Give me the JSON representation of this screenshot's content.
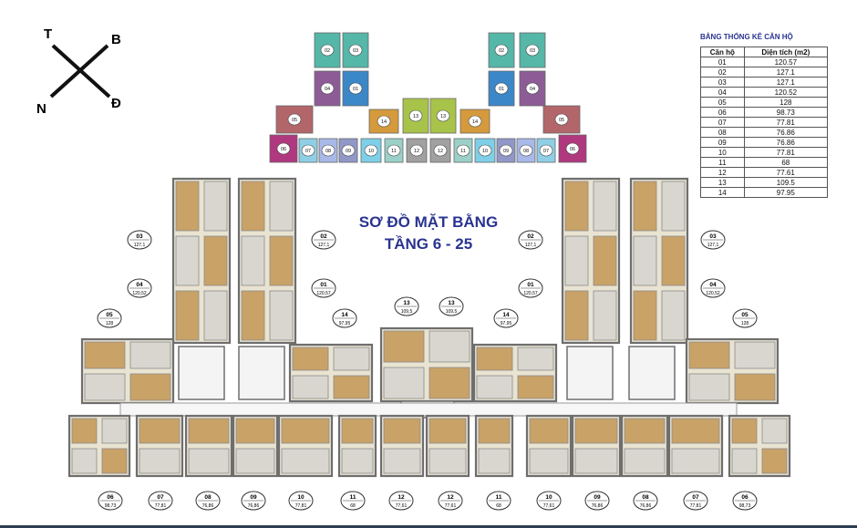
{
  "compass": {
    "t": "T",
    "b": "B",
    "n": "N",
    "d": "Đ"
  },
  "title": {
    "line1": "SƠ ĐỒ MẶT BẰNG",
    "line2": "TẦNG 6 - 25"
  },
  "stats": {
    "title": "BẢNG THỐNG KÊ CĂN HỘ",
    "headers": [
      "Căn hộ",
      "Diện tích (m2)"
    ],
    "rows": [
      [
        "01",
        "120.57"
      ],
      [
        "02",
        "127.1"
      ],
      [
        "03",
        "127.1"
      ],
      [
        "04",
        "120.52"
      ],
      [
        "05",
        "128"
      ],
      [
        "06",
        "98.73"
      ],
      [
        "07",
        "77.81"
      ],
      [
        "08",
        "76.86"
      ],
      [
        "09",
        "76.86"
      ],
      [
        "10",
        "77.81"
      ],
      [
        "11",
        "68"
      ],
      [
        "12",
        "77.61"
      ],
      [
        "13",
        "109.5"
      ],
      [
        "14",
        "97.95"
      ]
    ]
  },
  "keyplan_units": [
    {
      "id": "02",
      "color": "#55b7a8"
    },
    {
      "id": "03",
      "color": "#55b7a8"
    },
    {
      "id": "04",
      "color": "#8d5c97"
    },
    {
      "id": "01",
      "color": "#3b87c8"
    },
    {
      "id": "05",
      "color": "#b2666a"
    },
    {
      "id": "14",
      "color": "#d59a3c"
    },
    {
      "id": "13",
      "color": "#a8c34a"
    },
    {
      "id": "06",
      "color": "#b0387f"
    },
    {
      "id": "07",
      "color": "#8ecfe6"
    },
    {
      "id": "08",
      "color": "#a8b8e8"
    },
    {
      "id": "09",
      "color": "#9198c8"
    },
    {
      "id": "10",
      "color": "#7ecfe8"
    },
    {
      "id": "11",
      "color": "#9bd0c8"
    },
    {
      "id": "12",
      "color": "#a0a0a0"
    }
  ],
  "plan_labels": {
    "top": [
      {
        "id": "03",
        "area": "127,1"
      },
      {
        "id": "02",
        "area": "127,1"
      },
      {
        "id": "02",
        "area": "127,1"
      },
      {
        "id": "03",
        "area": "127,1"
      },
      {
        "id": "04",
        "area": "120,52"
      },
      {
        "id": "01",
        "area": "120,57"
      },
      {
        "id": "01",
        "area": "120,57"
      },
      {
        "id": "04",
        "area": "120,52"
      },
      {
        "id": "05",
        "area": "128"
      },
      {
        "id": "14",
        "area": "97,95"
      },
      {
        "id": "13",
        "area": "109,5"
      },
      {
        "id": "13",
        "area": "109,5"
      },
      {
        "id": "14",
        "area": "97,95"
      },
      {
        "id": "05",
        "area": "128"
      }
    ],
    "bottom": [
      {
        "id": "06",
        "area": "98,73"
      },
      {
        "id": "07",
        "area": "77,81"
      },
      {
        "id": "08",
        "area": "76,86"
      },
      {
        "id": "09",
        "area": "76,86"
      },
      {
        "id": "10",
        "area": "77,81"
      },
      {
        "id": "11",
        "area": "68"
      },
      {
        "id": "12",
        "area": "77,61"
      },
      {
        "id": "12",
        "area": "77,61"
      },
      {
        "id": "11",
        "area": "68"
      },
      {
        "id": "10",
        "area": "77,61"
      },
      {
        "id": "09",
        "area": "76,86"
      },
      {
        "id": "08",
        "area": "76,86"
      },
      {
        "id": "07",
        "area": "77,81"
      },
      {
        "id": "06",
        "area": "98,73"
      }
    ]
  }
}
